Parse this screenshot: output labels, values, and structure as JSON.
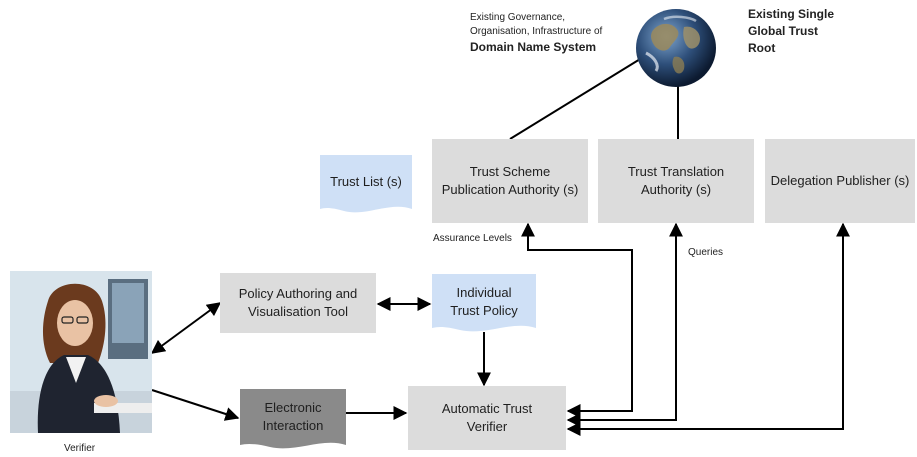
{
  "header": {
    "dns_note_line1": "Existing Governance,",
    "dns_note_line2": "Organisation, Infrastructure of",
    "dns_note_bold": "Domain Name System",
    "root_line1": "Existing Single",
    "root_line2": "Global Trust",
    "root_line3": "Root"
  },
  "boxes": {
    "trust_list": "Trust List (s)",
    "tspa_line1": "Trust Scheme",
    "tspa_line2": "Publication Authority (s)",
    "tta_line1": "Trust Translation",
    "tta_line2": "Authority (s)",
    "delegation": "Delegation Publisher (s)",
    "policy_tool_line1": "Policy Authoring and",
    "policy_tool_line2": "Visualisation Tool",
    "itp_line1": "Individual",
    "itp_line2": "Trust Policy",
    "electronic_line1": "Electronic",
    "electronic_line2": "Interaction",
    "atv_line1": "Automatic Trust",
    "atv_line2": "Verifier"
  },
  "labels": {
    "assurance": "Assurance Levels",
    "queries": "Queries",
    "verifier": "Verifier"
  },
  "icons": {
    "globe": "earth-globe-icon",
    "person": "verifier-person-photo"
  },
  "colors": {
    "box_grey": "#dcdcdc",
    "box_dark": "#8a8a8a",
    "document_blue": "#cfe0f6",
    "line": "#000000"
  }
}
